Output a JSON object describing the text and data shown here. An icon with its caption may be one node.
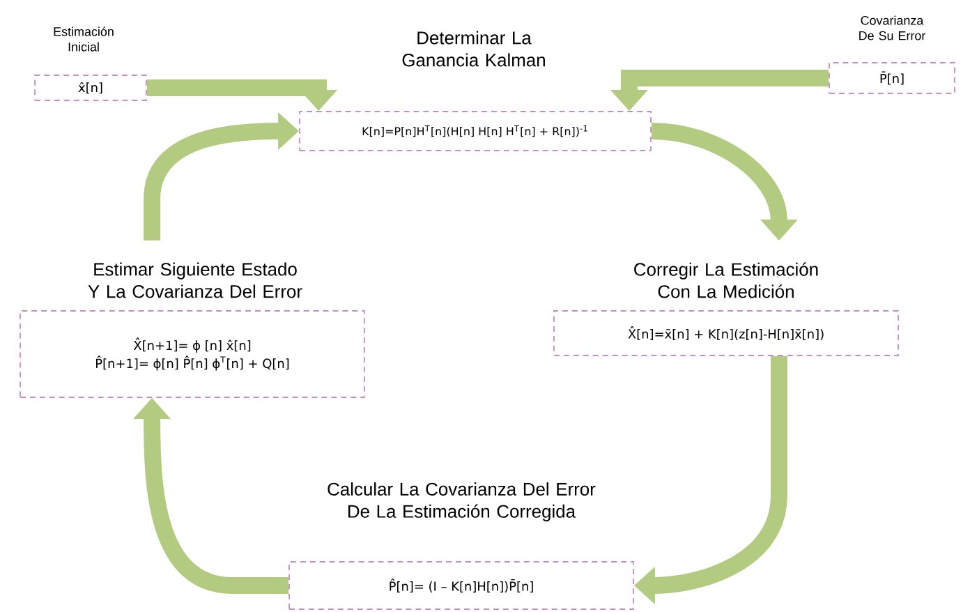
{
  "diagram": {
    "nodes": [
      {
        "text": [
          "Estimación Inicial",
          "x̂[n]"
        ]
      },
      {
        "text": [
          "Determinar La Ganancia Kalman",
          "K[n]=P[n]H$^{T}$[n](H[n] H[n] H$^{T}$[n] + R[n])$^{-1}$"
        ]
      },
      {
        "text": [
          "Covarianza De Su Error",
          "P̄[n]"
        ]
      },
      {
        "text": [
          "Estimar Siguiente Estado Y La Covarianza Del Error",
          "X̂[n+1]= ϕ [n] x̂[n]",
          "P̂[n+1]= ϕ[n] P̂[n] ϕ$^{T}$[n] + Q[n]"
        ]
      },
      {
        "text": [
          "Corregir La Estimación Con La Medición",
          "X̂[n]=x̄[n] + K[n](z[n]-H[n]x̄[n])"
        ]
      },
      {
        "text": [
          "Calcular La Covarianza Del Error De La Estimación Corregida",
          "P̂[n]= (I – K[n]H[n])P̄[n]"
        ]
      }
    ],
    "edges": [
      {
        "from": 0,
        "to": 1,
        "arrow": "to"
      },
      {
        "from": 2,
        "to": 1,
        "arrow": "to"
      },
      {
        "from": 1,
        "to": 4,
        "arrow": "to"
      },
      {
        "from": 4,
        "to": 5,
        "arrow": "to"
      },
      {
        "from": 5,
        "to": 3,
        "arrow": "to"
      },
      {
        "from": 3,
        "to": 1,
        "arrow": "to"
      }
    ]
  }
}
